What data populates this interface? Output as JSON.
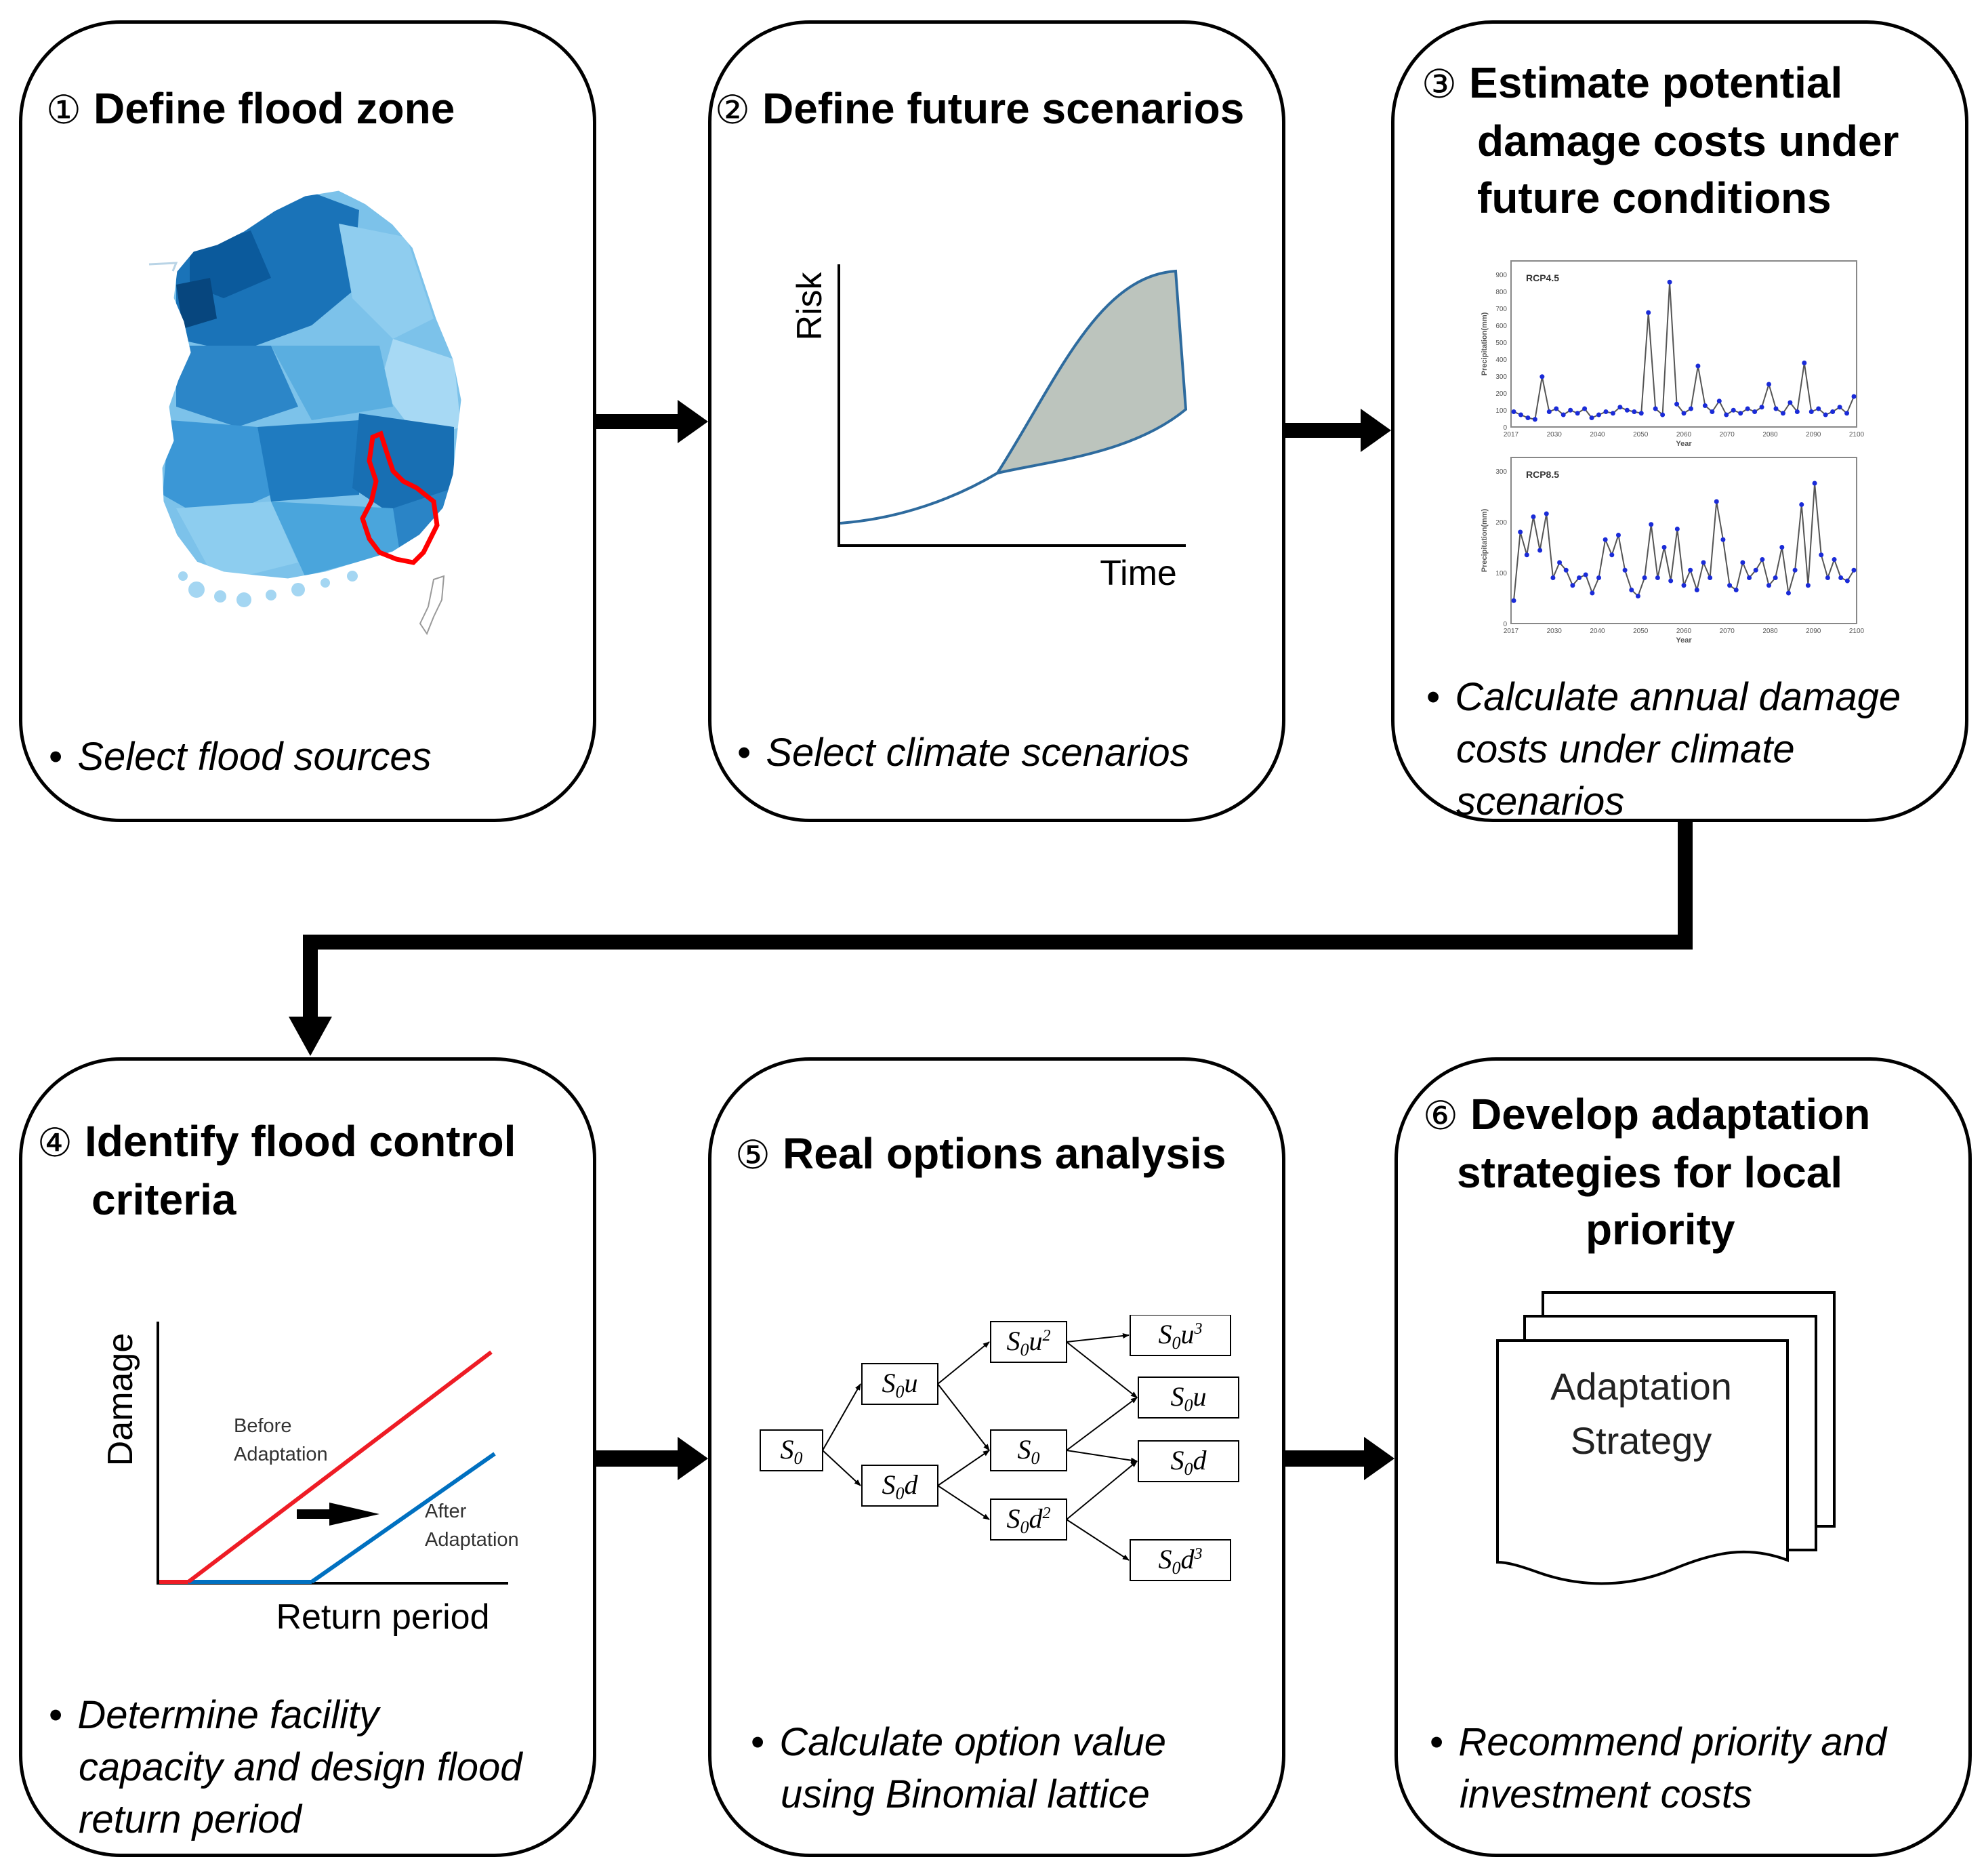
{
  "steps": [
    {
      "num": "①",
      "title_lines": [
        "Define flood zone"
      ],
      "bullet_lines": [
        "Select flood sources"
      ]
    },
    {
      "num": "②",
      "title_lines": [
        "Define future scenarios"
      ],
      "bullet_lines": [
        "Select climate scenarios"
      ]
    },
    {
      "num": "③",
      "title_lines": [
        "Estimate potential",
        "damage costs under",
        "future conditions"
      ],
      "bullet_lines": [
        "Calculate annual damage",
        "costs under climate",
        "scenarios"
      ]
    },
    {
      "num": "④",
      "title_lines": [
        "Identify flood control",
        "criteria"
      ],
      "bullet_lines": [
        "Determine facility",
        "capacity and design flood",
        "return period"
      ]
    },
    {
      "num": "⑤",
      "title_lines": [
        "Real options analysis"
      ],
      "bullet_lines": [
        "Calculate option value",
        "using Binomial lattice"
      ]
    },
    {
      "num": "⑥",
      "title_lines": [
        "Develop adaptation",
        "strategies for local",
        "priority"
      ],
      "bullet_lines": [
        "Recommend priority and",
        "investment costs"
      ]
    }
  ],
  "bullet_char": "•",
  "risk_plot": {
    "ylabel": "Risk",
    "xlabel": "Time"
  },
  "damage_plot": {
    "ylabel": "Damage",
    "xlabel": "Return period",
    "before_label": [
      "Before",
      "Adaptation"
    ],
    "after_label": [
      "After",
      "Adaptation"
    ],
    "before_color": "#ee1c25",
    "after_color": "#0070c0"
  },
  "precip_charts": {
    "ylabel": "Precipitation(mm)",
    "xlabel": "Year",
    "x_ticks": [
      "2017",
      "2030",
      "2040",
      "2050",
      "2060",
      "2070",
      "2080",
      "2090",
      "2100"
    ],
    "panels": [
      {
        "label": "RCP4.5",
        "y_ticks": [
          "0",
          "100",
          "200",
          "300",
          "400",
          "500",
          "600",
          "700",
          "800",
          "900"
        ],
        "ymax": 900
      },
      {
        "label": "RCP8.5",
        "y_ticks": [
          "0",
          "100",
          "200",
          "300"
        ],
        "ymax": 300
      }
    ]
  },
  "lattice": {
    "nodes": [
      {
        "id": "n0",
        "base": "S",
        "sub": "0",
        "suffix": "",
        "sup": ""
      },
      {
        "id": "n1u",
        "base": "S",
        "sub": "0",
        "suffix": "u",
        "sup": ""
      },
      {
        "id": "n1d",
        "base": "S",
        "sub": "0",
        "suffix": "d",
        "sup": ""
      },
      {
        "id": "n2uu",
        "base": "S",
        "sub": "0",
        "suffix": "u",
        "sup": "2"
      },
      {
        "id": "n2ud",
        "base": "S",
        "sub": "0",
        "suffix": "",
        "sup": ""
      },
      {
        "id": "n2dd",
        "base": "S",
        "sub": "0",
        "suffix": "d",
        "sup": "2"
      },
      {
        "id": "n3uuu",
        "base": "S",
        "sub": "0",
        "suffix": "u",
        "sup": "3"
      },
      {
        "id": "n3uud",
        "base": "S",
        "sub": "0",
        "suffix": "u",
        "sup": ""
      },
      {
        "id": "n3udd",
        "base": "S",
        "sub": "0",
        "suffix": "d",
        "sup": ""
      },
      {
        "id": "n3ddd",
        "base": "S",
        "sub": "0",
        "suffix": "d",
        "sup": "3"
      }
    ]
  },
  "document": {
    "lines": [
      "Adaptation",
      "Strategy"
    ]
  },
  "colors": {
    "arrow": "#000000",
    "map_outline": "#ff0000",
    "risk_curve": "#2e6b9e",
    "risk_fill": "#bcc4bd",
    "precip_line": "#555555",
    "precip_point": "#1a2bd8"
  }
}
